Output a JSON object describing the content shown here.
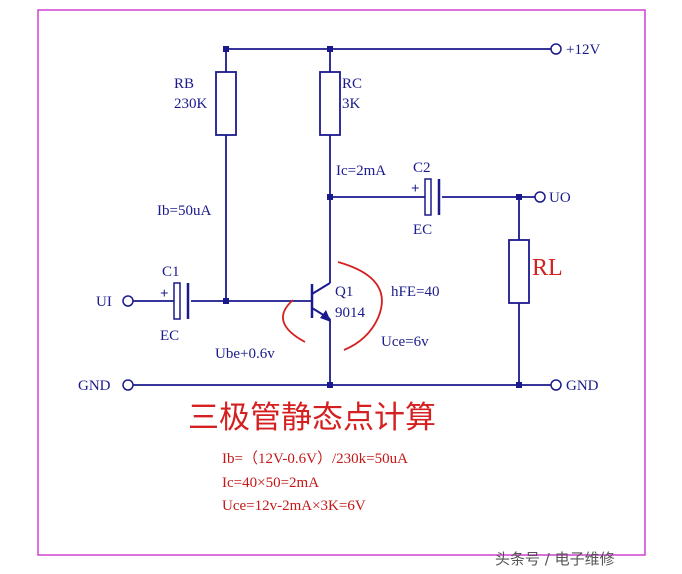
{
  "labels": {
    "vcc": "+12V",
    "rb_name": "RB",
    "rb_value": "230K",
    "rc_name": "RC",
    "rc_value": "3K",
    "ic": "Ic=2mA",
    "ib": "Ib=50uA",
    "c2_name": "C2",
    "c2_type": "EC",
    "uo": "UO",
    "rl": "RL",
    "c1_name": "C1",
    "c1_type": "EC",
    "ui": "UI",
    "c1_plus": "+",
    "c2_plus": "+",
    "q1_name": "Q1",
    "q1_model": "9014",
    "hfe": "hFE=40",
    "ube": "Ube+0.6v",
    "uce": "Uce=6v",
    "gnd_left": "GND",
    "gnd_right": "GND"
  },
  "title": "三极管静态点计算",
  "calculations": [
    "Ib=（12V-0.6V）/230k=50uA",
    "Ic=40×50=2mA",
    "Uce=12v-2mA×3K=6V"
  ],
  "watermark": "头条号 / 电子维修",
  "colors": {
    "wire": "#1a1a8c",
    "frame": "#d040d0",
    "annotation": "#d42020"
  }
}
